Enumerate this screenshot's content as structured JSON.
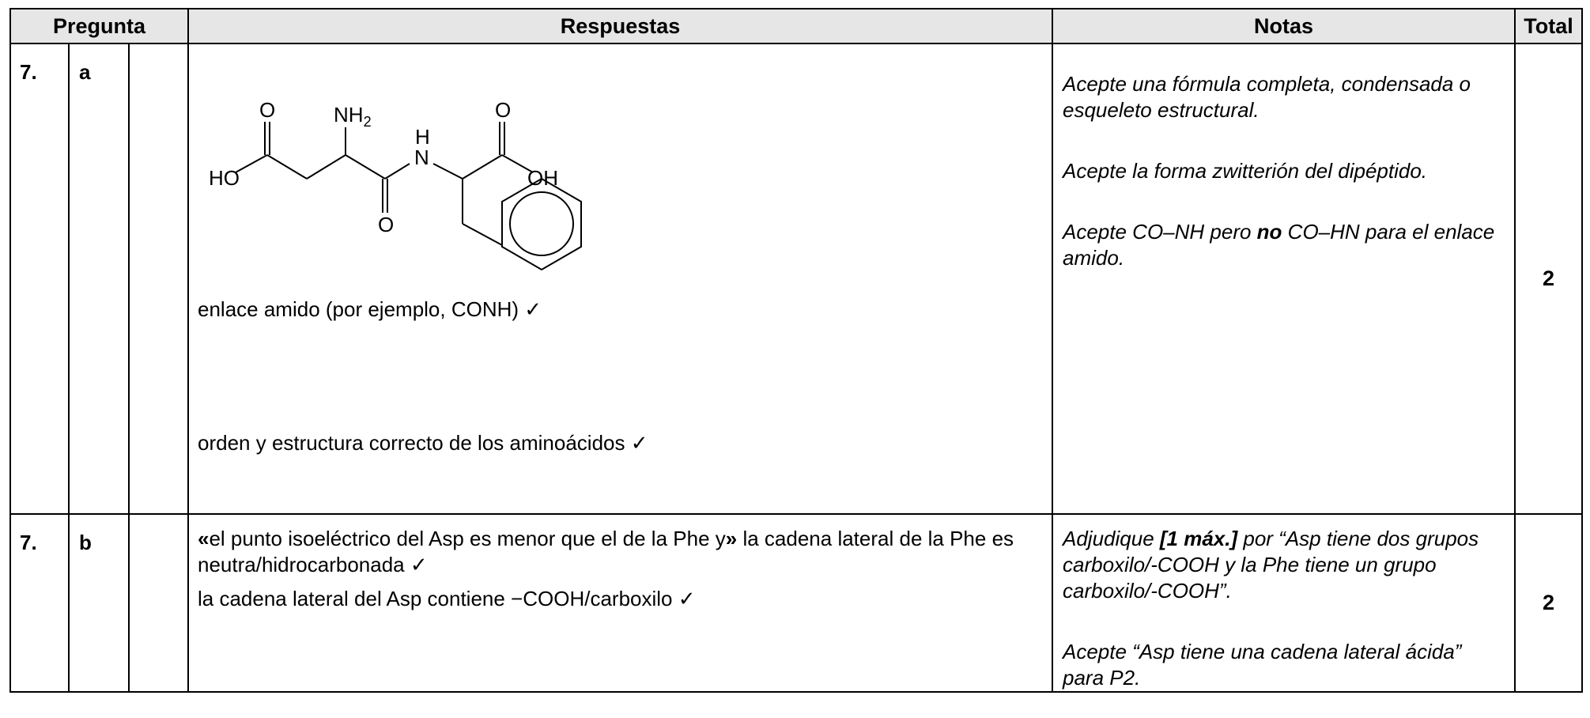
{
  "header": {
    "pregunta": "Pregunta",
    "respuestas": "Respuestas",
    "notas": "Notas",
    "total": "Total"
  },
  "rows": [
    {
      "number": "7.",
      "part": "a",
      "structure_labels": {
        "o_left": "O",
        "nh2": "NH",
        "nh2_sub": "2",
        "h_top": "H",
        "n": "N",
        "o_right": "O",
        "ho": "HO",
        "oh": "OH",
        "o_bottom": "O"
      },
      "answers": [
        "enlace amido (por ejemplo, CONH) ✓",
        "orden y estructura correcto de los aminoácidos ✓"
      ],
      "notes": [
        "Acepte una fórmula completa, condensada o esqueleto estructural.",
        "Acepte la forma zwitterión del dipéptido.",
        "Acepte CO–NH pero ",
        "no",
        " CO–HN para el enlace amido."
      ],
      "total": "2"
    },
    {
      "number": "7.",
      "part": "b",
      "answers": [
        "«",
        "el punto isoeléctrico del Asp es menor que el de la Phe y",
        "»",
        " la cadena lateral de la Phe es neutra/hidrocarbonada ✓",
        "la cadena lateral del Asp contiene −COOH/carboxilo ✓"
      ],
      "notes": [
        "Adjudique ",
        "[1 máx.]",
        " por “Asp tiene dos grupos carboxilo/-COOH y la Phe tiene un grupo carboxilo/-COOH”.",
        "Acepte “Asp tiene una cadena lateral ácida” para P2."
      ],
      "total": "2"
    }
  ]
}
